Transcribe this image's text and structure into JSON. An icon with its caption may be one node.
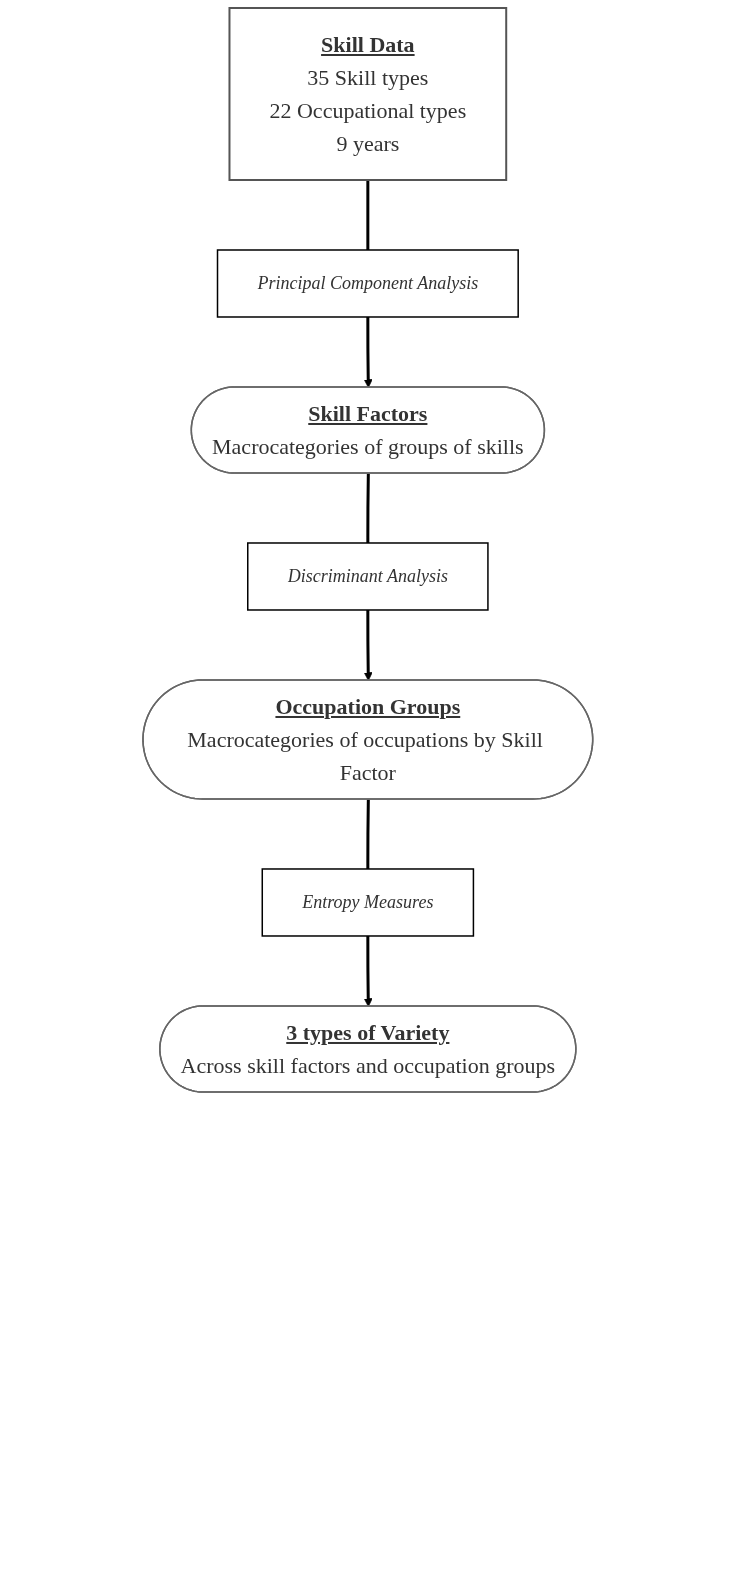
{
  "diagram": {
    "nodes": [
      {
        "text": [
          "Skill Data",
          "35 Skill types",
          "22 Occupational types",
          "9 years"
        ]
      },
      {
        "text": [
          "Principal Component Analysis"
        ]
      },
      {
        "text": [
          "Skill Factors",
          "Macrocategories of groups of skills"
        ]
      },
      {
        "text": [
          "Discriminant Analysis"
        ]
      },
      {
        "text": [
          "Occupation Groups",
          "Macrocategories of occupations by Skill Factor"
        ]
      },
      {
        "text": [
          "Entropy Measures"
        ]
      },
      {
        "text": [
          "3 types of Variety",
          "Across skill factors and occupation groups"
        ]
      }
    ],
    "edges": [
      {
        "from": 0,
        "to": 1,
        "arrow": "none"
      },
      {
        "from": 1,
        "to": 2,
        "arrow": "to"
      },
      {
        "from": 2,
        "to": 3,
        "arrow": "none"
      },
      {
        "from": 3,
        "to": 4,
        "arrow": "to"
      },
      {
        "from": 4,
        "to": 5,
        "arrow": "none"
      },
      {
        "from": 5,
        "to": 6,
        "arrow": "to"
      }
    ]
  }
}
